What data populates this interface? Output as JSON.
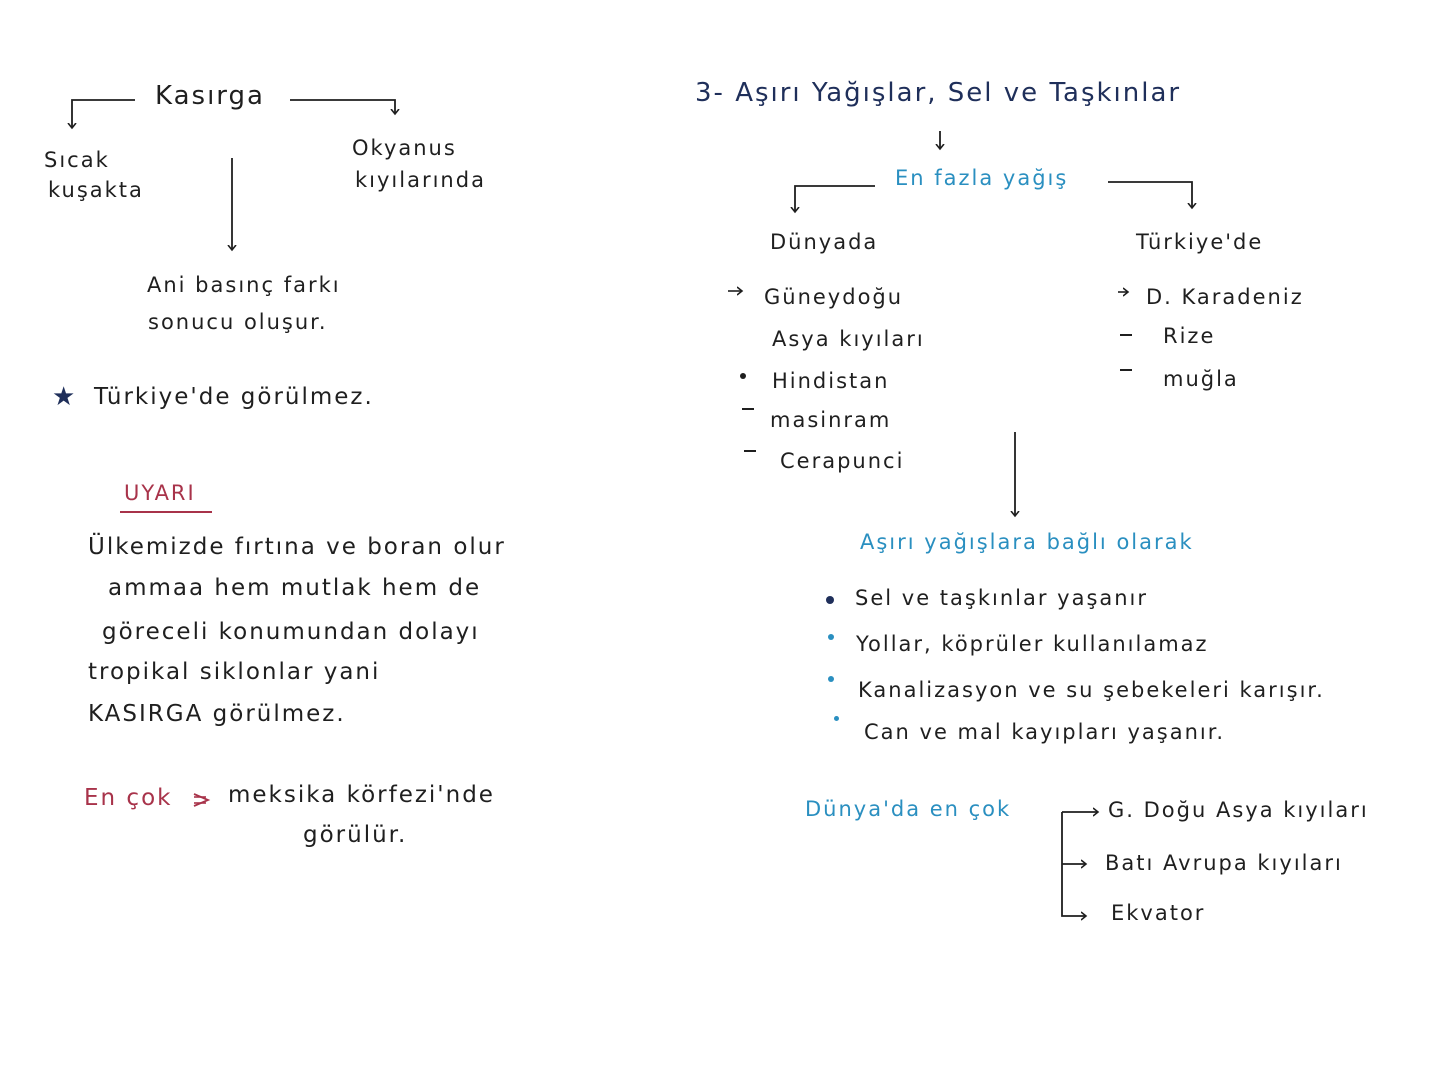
{
  "colors": {
    "ink": "#1f1f1f",
    "navy": "#1f2f5a",
    "blue": "#2a8fc0",
    "red": "#a8334a"
  },
  "left": {
    "kasirga": "Kasırga",
    "sicak1": "Sıcak",
    "sicak2": "kuşakta",
    "okyanus1": "Okyanus",
    "okyanus2": "kıyılarında",
    "ani1": "Ani basınç farkı",
    "ani2": "sonucu oluşur.",
    "star_text": "Türkiye'de görülmez.",
    "uyari": "UYARI",
    "para": [
      "Ülkemizde fırtına ve boran olur",
      "ammaa hem mutlak hem de",
      "göreceli konumundan dolayı",
      "tropikal siklonlar yani",
      "KASIRGA görülmez."
    ],
    "encok_label": "En çok",
    "encok_text1": "meksika körfezi'nde",
    "encok_text2": "görülür."
  },
  "right": {
    "title": "3- Aşırı Yağışlar, Sel ve Taşkınlar",
    "enfazla": "En fazla yağış",
    "dunyada": "Dünyada",
    "turkiyede": "Türkiye'de",
    "world_list": [
      "Güneydoğu",
      "Asya kıyıları",
      "Hindistan",
      "masinram",
      "Cerapunci"
    ],
    "turkey_list": [
      "D. Karadeniz",
      "Rize",
      "muğla"
    ],
    "asiri": "Aşırı yağışlara bağlı olarak",
    "effects": [
      "Sel ve taşkınlar yaşanır",
      "Yollar, köprüler kullanılamaz",
      "Kanalizasyon ve su şebekeleri karışır.",
      "Can ve mal kayıpları yaşanır."
    ],
    "dunyada_encok": "Dünya'da en çok",
    "places": [
      "G. Doğu Asya kıyıları",
      "Batı Avrupa kıyıları",
      "Ekvator"
    ]
  }
}
